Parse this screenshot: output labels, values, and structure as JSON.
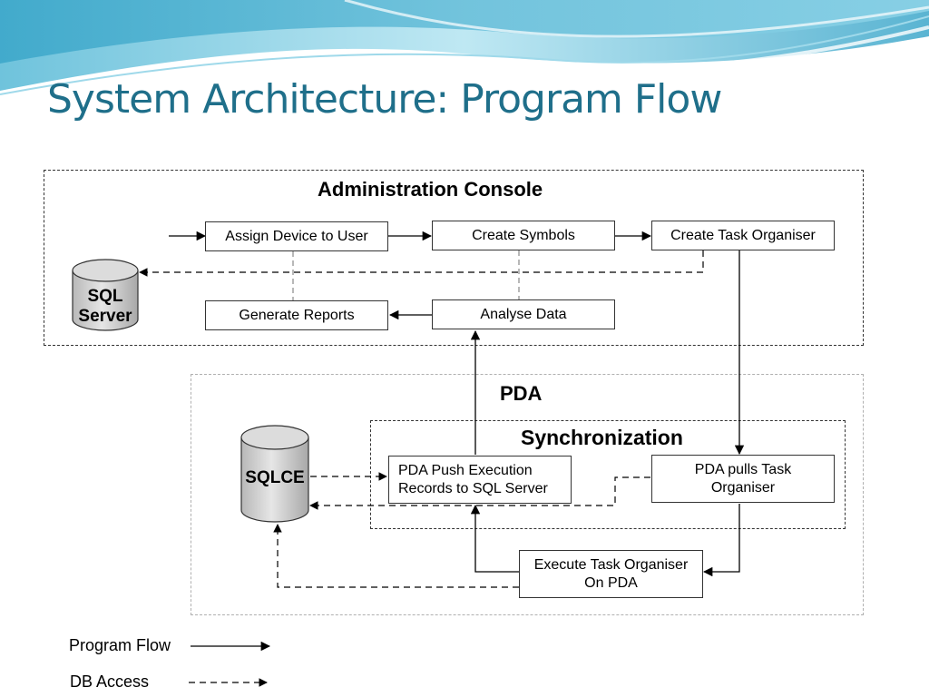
{
  "title": "System Architecture: Program Flow",
  "regions": {
    "admin": "Administration Console",
    "pda": "PDA",
    "sync": "Synchronization"
  },
  "nodes": {
    "assign_device": "Assign Device to User",
    "create_symbols": "Create Symbols",
    "create_task_organiser": "Create Task Organiser",
    "generate_reports": "Generate Reports",
    "analyse_data": "Analyse Data",
    "pda_push": "PDA Push Execution\nRecords to SQL Server",
    "pda_pulls": "PDA pulls Task\nOrganiser",
    "execute_task": "Execute Task Organiser\nOn PDA"
  },
  "databases": {
    "sql_server": "SQL\nServer",
    "sqlce": "SQLCE"
  },
  "legend": {
    "program_flow": "Program Flow",
    "db_access": "DB Access"
  }
}
